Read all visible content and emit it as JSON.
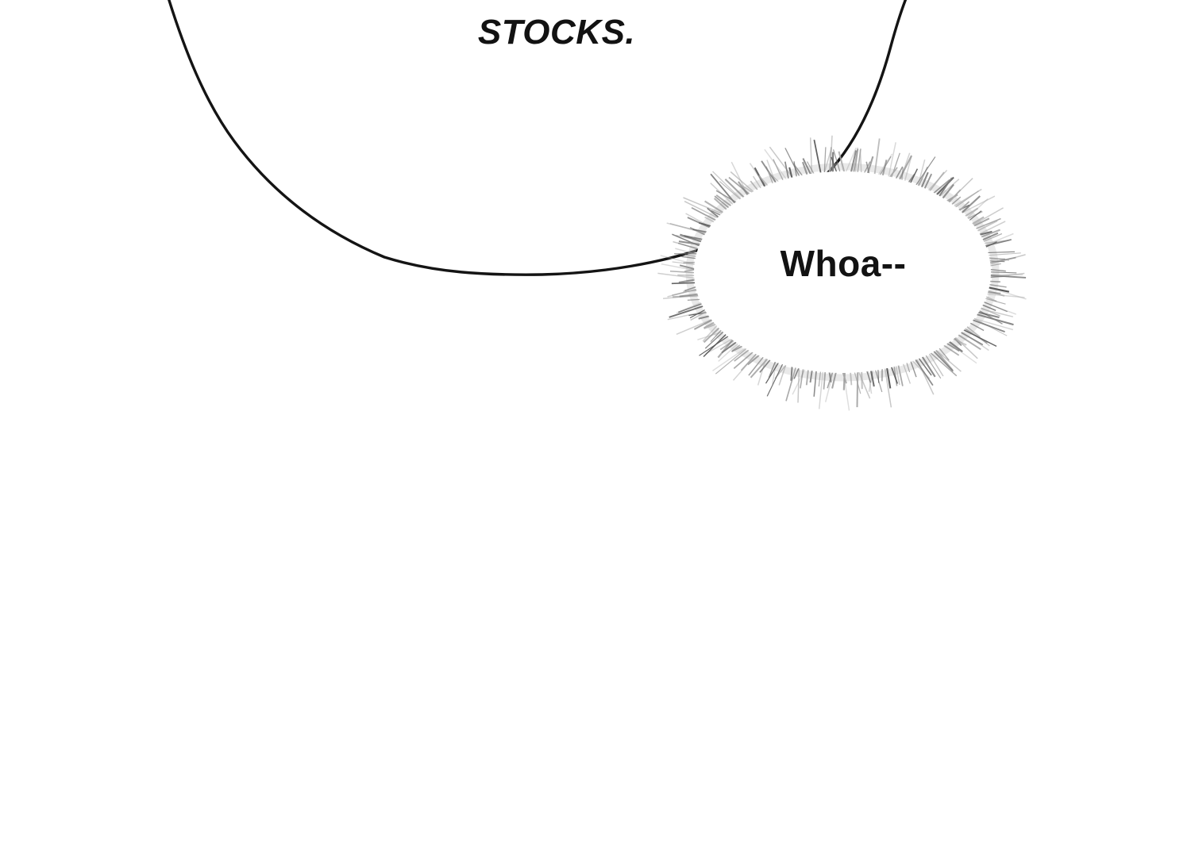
{
  "panel": {
    "type": "comic-panel",
    "background": "#ffffff",
    "bubbles": [
      {
        "id": "large-oval-bubble",
        "shape": "smooth-oval-outline-cropped-at-top",
        "text": "STOCKS.",
        "text_style": "italic-caps"
      },
      {
        "id": "burst-fuzzy-bubble",
        "shape": "fuzzy-spiked-oval",
        "text": "Whoa--",
        "text_style": "regular"
      }
    ],
    "colors": {
      "background": "#ffffff",
      "outline": "#141414",
      "bubble_fill": "#ffffff",
      "text": "#121212",
      "spike_dark": "#585858",
      "spike_mid": "#7d7d7d",
      "spike_light": "#a8a8a8",
      "halo": "#c9c9c9"
    }
  }
}
